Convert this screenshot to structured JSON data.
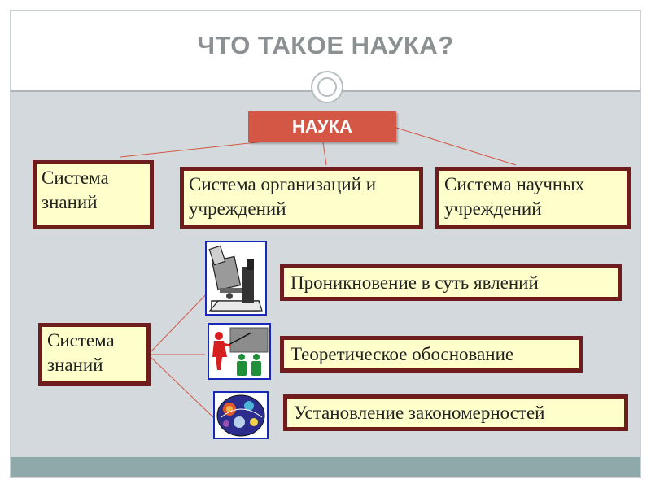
{
  "slide": {
    "title": "ЧТО ТАКОЕ НАУКА?"
  },
  "root": {
    "label": "НАУКА"
  },
  "top_boxes": [
    {
      "text": "Система знаний"
    },
    {
      "text": "Система организаций и учреждений"
    },
    {
      "text": "Система научных учреждений"
    }
  ],
  "left_box": {
    "text": "Система знаний"
  },
  "items": [
    {
      "text": "Проникновение  в суть явлений",
      "icon": "microscope-icon"
    },
    {
      "text": "Теоретическое обоснование",
      "icon": "teacher-blackboard-icon"
    },
    {
      "text": "Установление закономерностей",
      "icon": "cosmos-icon"
    }
  ],
  "colors": {
    "root_fill": "#d45745",
    "box_fill": "#ffffcc",
    "box_border": "#6e1c1c",
    "connector": "#d45745",
    "content_bg": "#d3d9dc",
    "footer": "#8fa8aa"
  }
}
